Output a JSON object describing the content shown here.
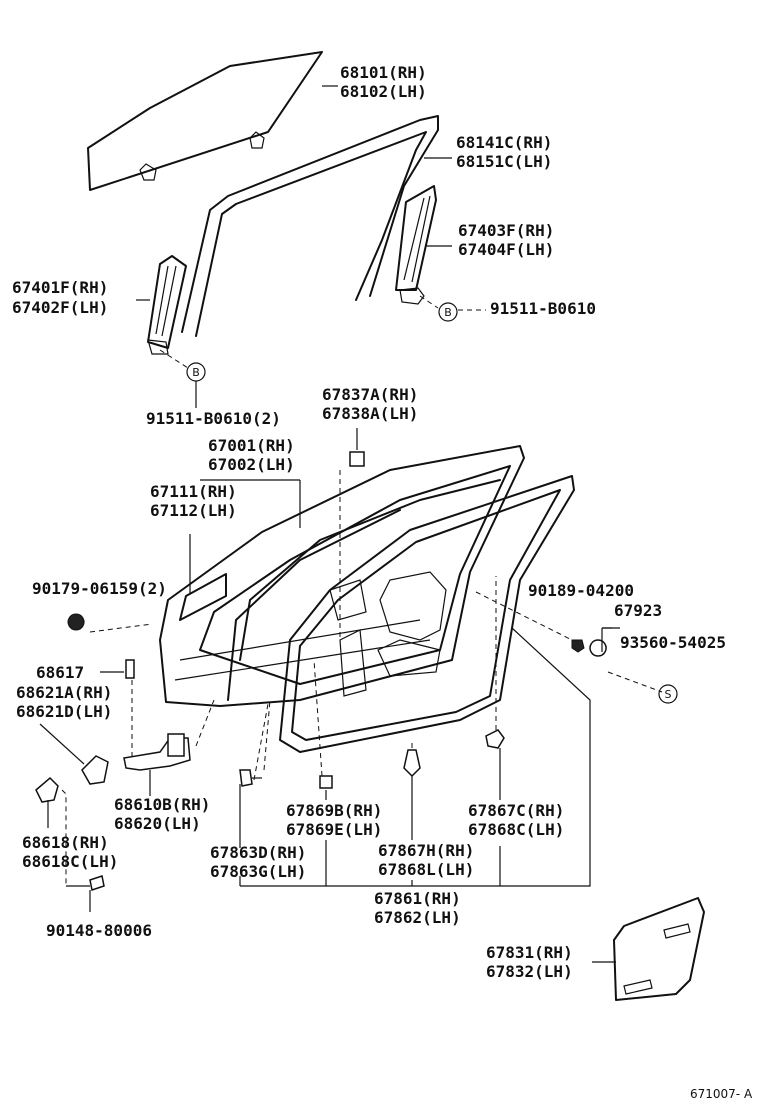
{
  "callout_letters": {
    "b": "B",
    "s": "S"
  },
  "ref_code": "671007- A",
  "labels": {
    "p68101": "68101(RH)",
    "p68102": "68102(LH)",
    "p68141c": "68141C(RH)",
    "p68151c": "68151C(LH)",
    "p67403f": "67403F(RH)",
    "p67404f": "67404F(LH)",
    "p67401f": "67401F(RH)",
    "p67402f": "67402F(LH)",
    "p91511_right": "91511-B0610",
    "p91511_left": "91511-B0610(2)",
    "p67837a": "67837A(RH)",
    "p67838a": "67838A(LH)",
    "p67001": "67001(RH)",
    "p67002": "67002(LH)",
    "p67111": "67111(RH)",
    "p67112": "67112(LH)",
    "p90179": "90179-06159(2)",
    "p90189": "90189-04200",
    "p67923": "67923",
    "p93560": "93560-54025",
    "p68617": "68617",
    "p68621a": "68621A(RH)",
    "p68621d": "68621D(LH)",
    "p68610b": "68610B(RH)",
    "p68620": "68620(LH)",
    "p68618": "68618(RH)",
    "p68618c": "68618C(LH)",
    "p90148": "90148-80006",
    "p67869b": "67869B(RH)",
    "p67869e": "67869E(LH)",
    "p67863d": "67863D(RH)",
    "p67863g": "67863G(LH)",
    "p67867c": "67867C(RH)",
    "p67868c": "67868C(LH)",
    "p67867h": "67867H(RH)",
    "p67868l": "67868L(LH)",
    "p67861": "67861(RH)",
    "p67862": "67862(LH)",
    "p67831": "67831(RH)",
    "p67832": "67832(LH)"
  }
}
